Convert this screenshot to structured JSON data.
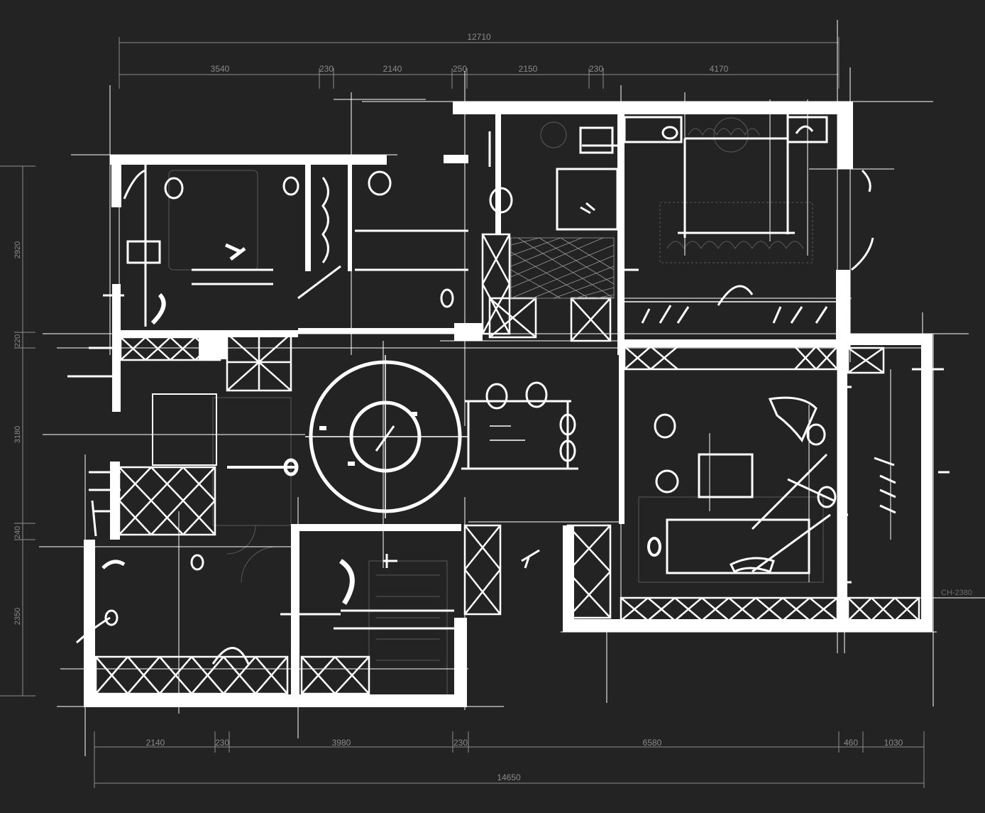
{
  "drawing": {
    "background_color": "#232323",
    "ink_color": "#ffffff",
    "dimension_color": "#8a8a8a",
    "top_dimensions": {
      "overall": "12710",
      "segments": [
        "3540",
        "230",
        "2140",
        "250",
        "2150",
        "230",
        "4170"
      ]
    },
    "bottom_dimensions": {
      "overall": "14650",
      "segments": [
        "2140",
        "230",
        "3980",
        "230",
        "6580",
        "460",
        "1030"
      ]
    },
    "left_dimensions": {
      "segments": [
        "2920",
        "220",
        "3180",
        "240",
        "2350"
      ]
    },
    "right_edge_label": "CH-2380"
  }
}
